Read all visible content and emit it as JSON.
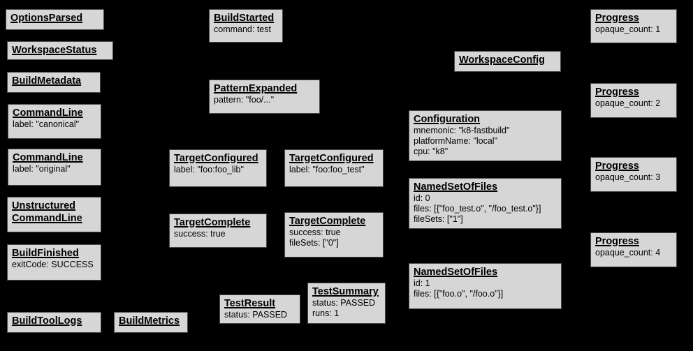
{
  "diagram": {
    "background_color": "#000000",
    "node_fill_color": "#d6d6d6",
    "node_border_color": "#4a4a4a",
    "node_text_color": "#000000"
  },
  "nodes": [
    {
      "title": "OptionsParsed",
      "lines": []
    },
    {
      "title": "WorkspaceStatus",
      "lines": []
    },
    {
      "title": "BuildMetadata",
      "lines": []
    },
    {
      "title": "CommandLine",
      "lines": [
        "label: \"canonical\""
      ]
    },
    {
      "title": "CommandLine",
      "lines": [
        "label: \"original\""
      ]
    },
    {
      "title": "Unstructured CommandLine",
      "lines": []
    },
    {
      "title": "BuildFinished",
      "lines": [
        "exitCode: SUCCESS"
      ]
    },
    {
      "title": "BuildToolLogs",
      "lines": []
    },
    {
      "title": "BuildMetrics",
      "lines": []
    },
    {
      "title": "BuildStarted",
      "lines": [
        "command: test"
      ]
    },
    {
      "title": "PatternExpanded",
      "lines": [
        "pattern: \"foo/...\""
      ]
    },
    {
      "title": "TargetConfigured",
      "lines": [
        "label: \"foo:foo_lib\""
      ]
    },
    {
      "title": "TargetConfigured",
      "lines": [
        "label: \"foo:foo_test\""
      ]
    },
    {
      "title": "TargetComplete",
      "lines": [
        "success: true"
      ]
    },
    {
      "title": "TargetComplete",
      "lines": [
        "success: true",
        "fileSets: [\"0\"]"
      ]
    },
    {
      "title": "TestResult",
      "lines": [
        "status: PASSED"
      ]
    },
    {
      "title": "TestSummary",
      "lines": [
        "status: PASSED",
        "runs: 1"
      ]
    },
    {
      "title": "WorkspaceConfig",
      "lines": []
    },
    {
      "title": "Configuration",
      "lines": [
        "mnemonic: \"k8-fastbuild\"",
        "platformName: \"local\"",
        "cpu: \"k8\""
      ]
    },
    {
      "title": "NamedSetOfFiles",
      "lines": [
        "id: 0",
        "files: [{\"foo_test.o\", \"/foo_test.o\"}]",
        "fileSets: [\"1\"]"
      ]
    },
    {
      "title": "NamedSetOfFiles",
      "lines": [
        "id: 1",
        "files: [{\"foo.o\", \"/foo.o\"}]"
      ]
    },
    {
      "title": "Progress",
      "lines": [
        "opaque_count: 1"
      ]
    },
    {
      "title": "Progress",
      "lines": [
        "opaque_count: 2"
      ]
    },
    {
      "title": "Progress",
      "lines": [
        "opaque_count: 3"
      ]
    },
    {
      "title": "Progress",
      "lines": [
        "opaque_count: 4"
      ]
    }
  ]
}
